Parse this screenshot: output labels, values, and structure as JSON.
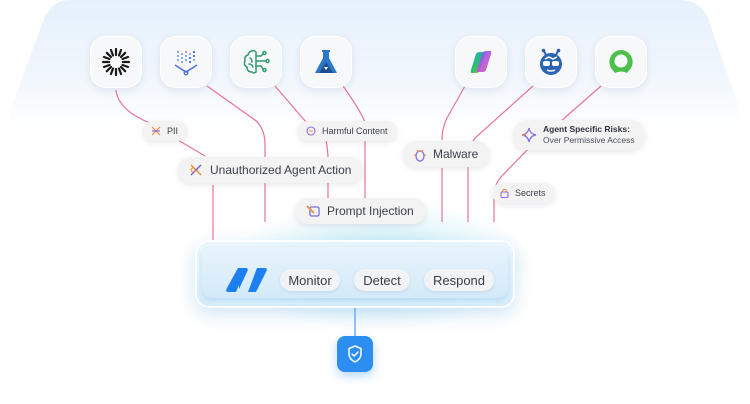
{
  "diagram": {
    "apps": [
      {
        "name": "sunburst-app",
        "icon": "sunburst-ring-icon"
      },
      {
        "name": "vector-db-app",
        "icon": "funnel-dots-icon"
      },
      {
        "name": "ai-brain-app",
        "icon": "brain-circuit-icon"
      },
      {
        "name": "azure-ml-app",
        "icon": "flask-icon"
      },
      {
        "name": "copilot-app",
        "icon": "copilot-icon"
      },
      {
        "name": "bot-app",
        "icon": "robot-glasses-icon"
      },
      {
        "name": "ring-app",
        "icon": "green-ring-icon"
      }
    ],
    "risks": {
      "pii": "PII",
      "unauthorized": "Unauthorized Agent Action",
      "harmful": "Harmful Content",
      "prompt_injection": "Prompt Injection",
      "malware": "Malware",
      "agent_risks_title": "Agent Specific Risks:",
      "agent_risks_sub": "Over Permissive Access",
      "secrets": "Secrets"
    },
    "hub": {
      "actions": [
        "Monitor",
        "Detect",
        "Respond"
      ]
    },
    "colors": {
      "line": "#e0457b",
      "accent": "#1e7ff0",
      "shield": "#2c8ef0"
    }
  }
}
